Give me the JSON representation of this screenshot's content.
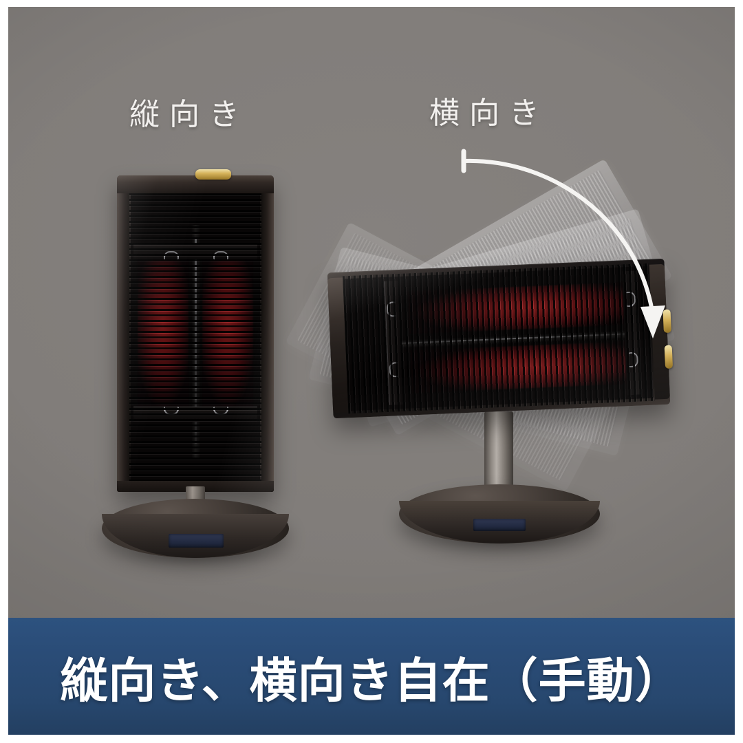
{
  "stage": {
    "background_color": "#817d7a",
    "captions": [
      {
        "id": "vertical",
        "label": "縦向き"
      },
      {
        "id": "horizontal",
        "label": "横向き"
      }
    ]
  },
  "products": {
    "vertical_unit": {
      "name": "縦向き",
      "body_color": "#141111",
      "glow_color": "#9e1f20",
      "accent_color": "#d6b45c",
      "base_panel_color": "#2f3751",
      "grille_orientation": "horizontal-slats",
      "element_count": 2
    },
    "horizontal_unit": {
      "name": "横向き",
      "body_color": "#141111",
      "glow_color": "#a52223",
      "accent_color": "#d3b059",
      "pole_color": "#b4aea8",
      "base_panel_color": "#303853",
      "grille_orientation": "vertical-slats",
      "element_count": 2,
      "ghost_count": 4
    }
  },
  "annotation": {
    "rotation_arrow": {
      "name": "rotation-arrow",
      "color": "#f5f4f2",
      "direction": "clockwise",
      "meaning": "manual-tilt-rotation"
    }
  },
  "banner": {
    "background_color": "#27476e",
    "text_color": "#ffffff",
    "headline": "縦向き、横向き自在（手動）"
  }
}
